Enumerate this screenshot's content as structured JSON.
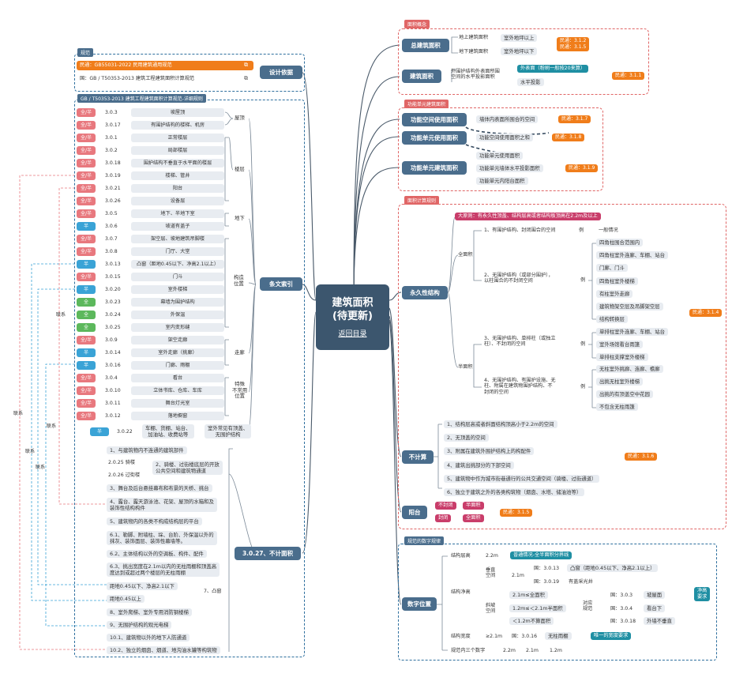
{
  "center": {
    "title_line1": "建筑面积",
    "title_line2": "(待更新)",
    "link": "返回目录"
  },
  "left": {
    "section_guifan": "规范",
    "min_std": "民通：GB55031-2022 民用建筑通用规范",
    "gb_std": "国：GB / T50353-2013 建筑工程建筑面积计算规范",
    "design_basis": "设计依据",
    "section_detail": "GB / T50353-2013 建筑工程建筑面积计算规范-详细规则",
    "rows": [
      {
        "tag": "全/半",
        "kind": "r",
        "code": "3.0.3",
        "text": "坡屋顶"
      },
      {
        "tag": "全/半",
        "kind": "r",
        "code": "3.0.17",
        "text": "有围护结构的楼梯、机房"
      },
      {
        "tag": "全/半",
        "kind": "r",
        "code": "3.0.1",
        "text": "正常楼层"
      },
      {
        "tag": "全/半",
        "kind": "r",
        "code": "3.0.2",
        "text": "局部楼层"
      },
      {
        "tag": "全/半",
        "kind": "r",
        "code": "3.0.18",
        "text": "围护结构不垂直于水平面的楼层"
      },
      {
        "tag": "全/半",
        "kind": "r",
        "code": "3.0.19",
        "text": "楼梯、管井"
      },
      {
        "tag": "全/半",
        "kind": "r",
        "code": "3.0.21",
        "text": "阳台"
      },
      {
        "tag": "全/半",
        "kind": "r",
        "code": "3.0.26",
        "text": "设备层"
      },
      {
        "tag": "全/半",
        "kind": "r",
        "code": "3.0.5",
        "text": "地下、半地下室"
      },
      {
        "tag": "半",
        "kind": "b",
        "code": "3.0.6",
        "text": "坡道有盖子"
      },
      {
        "tag": "全/半",
        "kind": "r",
        "code": "3.0.7",
        "text": "架空层、坡地建筑吊脚楼"
      },
      {
        "tag": "全/半",
        "kind": "r",
        "code": "3.0.8",
        "text": "门厅、大堂"
      },
      {
        "tag": "半",
        "kind": "b",
        "code": "3.0.13",
        "text": "凸窗（距地0.45以下、净高2.1以上）"
      },
      {
        "tag": "全/半",
        "kind": "r",
        "code": "3.0.15",
        "text": "门斗"
      },
      {
        "tag": "半",
        "kind": "b",
        "code": "3.0.20",
        "text": "室外楼梯"
      },
      {
        "tag": "全",
        "kind": "g",
        "code": "3.0.23",
        "text": "幕墙为围护结构"
      },
      {
        "tag": "全",
        "kind": "g",
        "code": "3.0.24",
        "text": "外保温"
      },
      {
        "tag": "全",
        "kind": "g",
        "code": "3.0.25",
        "text": "室内变形缝"
      },
      {
        "tag": "全/半",
        "kind": "r",
        "code": "3.0.9",
        "text": "架空走廊"
      },
      {
        "tag": "半",
        "kind": "b",
        "code": "3.0.14",
        "text": "室外走廊（挑廊）"
      },
      {
        "tag": "半",
        "kind": "b",
        "code": "3.0.16",
        "text": "门廊、雨棚"
      },
      {
        "tag": "全/半",
        "kind": "r",
        "code": "3.0.4",
        "text": "看台"
      },
      {
        "tag": "全/半",
        "kind": "r",
        "code": "3.0.10",
        "text": "立体书库、仓库、车库"
      },
      {
        "tag": "全/半",
        "kind": "r",
        "code": "3.0.11",
        "text": "舞台灯光室"
      },
      {
        "tag": "全/半",
        "kind": "r",
        "code": "3.0.12",
        "text": "落地橱窗"
      }
    ],
    "groups": {
      "roof": "屋顶",
      "floor": "楼层",
      "underground": "地下",
      "structure": "构造\n位置",
      "corridor": "走廊",
      "special": "特殊\n不常用\n位置"
    },
    "last_row": {
      "tag": "半",
      "code": "3.0.22",
      "text": "车棚、货棚、站台、\n加油站、收费站等",
      "desc": "室外常见有顶盖、\n无围护结构"
    },
    "index_node": "条文索引",
    "exclude_node": "3.0.27、不计面积",
    "excludes": [
      "1、与建筑物内不连通的建筑部件",
      "2.0.25 骑楼",
      "2.0.26 过街楼",
      "2、骑楼、过街楼底层的开放\n公共空间和建筑物通道",
      "3、舞台及后台悬挂幕布和布景的天桥、挑台",
      "4、露台、露天游泳池、花架、屋顶的水箱和及\n装饰性结构构件",
      "5、建筑物内的各类不构成结构层的平台",
      "6.1、勒脚、附墙柱、垛、台阶、外保温以外的\n抹灰、装饰面层、装饰性幕墙等。",
      "6.2、主体结构以外的空调板、构件、配件",
      "6.3、挑出宽度在2.1m以内的无柱雨棚和顶盖高\n度达到或超过两个楼层的无柱雨棚",
      "距地0.45以下、净高2.1以下",
      "距地0.45以上",
      "7、凸窗",
      "8、室外爬梯、室外专用消防钢楼梯",
      "9、无围护结构的观光电梯",
      "10.1、建筑物以外的地下人防通道",
      "10.2、独立的烟囱、烟道、地沟油水罐等构筑物"
    ],
    "links": [
      "联系",
      "联系",
      "联系",
      "联系",
      "联系"
    ]
  },
  "right": {
    "sec1": "面积概念",
    "total_area": "总建筑面积",
    "above": "地上建筑面积",
    "above_desc": "室外地坪以上",
    "below": "地下建筑面积",
    "below_desc": "室外地坪以下",
    "ref1": "民通：3.1.2\n民通：3.1.5",
    "build_area": "建筑面积",
    "build_desc": "外围护结构外表面所围\n空间的水平投影面积",
    "outer": "外表面（粉刷一般按20来算）",
    "proj": "水平投影",
    "ref2": "民通：3.1.1",
    "sec2": "功能单元建筑面积",
    "f1": "功能空间使用面积",
    "f1d": "墙体内表面所围合的空间",
    "f1r": "民通：3.1.7",
    "f2": "功能单元使用面积",
    "f2d": "功能空间使用面积之和",
    "f2r": "民通：3.1.8",
    "f3": "功能单元建筑面积",
    "f3a": "功能单元使用面积",
    "f3b": "功能单元墙体水平投影面积",
    "f3c": "功能单元内阳台面积",
    "f3r": "民通：3.1.9",
    "sec3": "面积计算规则",
    "principle": "大原则：有永久性顶盖、结构层高或者结构板顶高在2.2m及以上",
    "permanent": "永久性结构",
    "full": "全面积",
    "half": "半面积",
    "p1": "1、有围护结构、封闭围合的空间",
    "ex": "例",
    "p1e": "一般情况",
    "p2": "2、无围护结构（或部分围护），\n以柱围合的不封闭空间",
    "p2e": [
      "四角柱围合范围内",
      "四角柱室外连廊、车棚、站台",
      "门廊、门斗",
      "四角柱室外楼梯",
      "有柱室外走廊",
      "建筑物架空层及吊脚架空层",
      "结构转换层"
    ],
    "p3": "3、无围护结构、单排柱（或独立\n柱）、不封闭的空间",
    "p3e": [
      "单排柱室外连廊、车棚、站台",
      "室外场馆看台雨篷",
      "单排柱支撑室外楼梯"
    ],
    "p4": "4、无围护结构、有围护设施、无\n柱、附属在建筑物围护结构、不\n封闭的空间",
    "p4e": [
      "无柱室外挑廊、连廊、檐廊",
      "出挑无柱室外楼梯",
      "出挑的有顶盖空中花园",
      "不包含无柱雨篷"
    ],
    "ref3": "民通：3.1.4",
    "nocount": "不计算",
    "nc": [
      "1、结构层高或者斜面结构顶高小于2.2m的空间",
      "2、无顶盖的空间",
      "3、附属在建筑外围护结构上的构配件",
      "4、建筑出挑部分的下部空间",
      "5、建筑物中作为城市街巷通行的公共交通空间（骑楼、过街通道）",
      "6、独立于建筑之外的各类构筑物（烟囱、水塔、储油池等）"
    ],
    "ref4": "民通：3.1.6",
    "balcony": "阳台",
    "closed": "不封闭",
    "half_area": "半面积",
    "sealed": "封闭",
    "full_area": "全面积",
    "ref5": "民通：3.1.5",
    "sec4": "规范的数字规律",
    "numbers": "数字位置",
    "floor_h": "结构层高",
    "v22": "2.2m",
    "ordinary": "普通情况-全半面积分界线",
    "clear_h": "结构净高",
    "vertical": "垂直\n空间",
    "v21": "2.1m",
    "g3013": "国：3.0.13",
    "bay": "凸窗（距地0.45以下、净高2.1以上）",
    "g3019": "国：3.0.19",
    "skylight": "有盖采光井",
    "slope": "斜坡\n空间",
    "s1": "2.1m≤全面积",
    "s2": "1.2m≤＜2.1m半面积",
    "s3": "＜1.2m不算面积",
    "corr": "对应\n规范",
    "c1": "国：3.0.3",
    "c1d": "坡屋面",
    "c2": "国：3.0.4",
    "c2d": "看台下",
    "c3": "国：3.0.18",
    "c3d": "外墙不垂直",
    "net": "净高\n要求",
    "width": "结构宽度",
    "w21": "≥2.1m",
    "g3016": "国：3.0.16",
    "canopy": "无柱雨棚",
    "only_w": "唯一的宽度要求",
    "three": "规范内三个数字",
    "n1": "2.2m",
    "n2": "2.1m",
    "n3": "1.2m"
  },
  "colors": {
    "node": "#4a6d8c",
    "orange": "#f07d1a",
    "teal": "#1f8fa3",
    "magenta": "#c93d6a",
    "red_tag": "#e8787e",
    "blue_tag": "#3aa3d6",
    "green_tag": "#5cb85c"
  }
}
